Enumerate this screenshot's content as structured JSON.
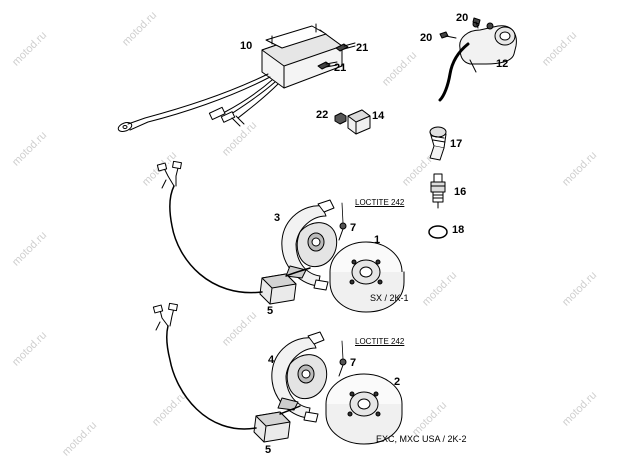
{
  "watermark": "motod.ru",
  "callouts": {
    "c1": "1",
    "c2": "2",
    "c3": "3",
    "c4": "4",
    "c5a": "5",
    "c5b": "5",
    "c7a": "7",
    "c7b": "7",
    "c10": "10",
    "c12": "12",
    "c14": "14",
    "c16": "16",
    "c17": "17",
    "c18": "18",
    "c20a": "20",
    "c20b": "20",
    "c21a": "21",
    "c21b": "21",
    "c22": "22"
  },
  "notes": {
    "loctite_top": "LOCTITE 242",
    "loctite_bottom": "LOCTITE 242"
  },
  "variants": {
    "top": "SX / 2K-1",
    "bottom": "EXC, MXC USA / 2K-2"
  }
}
